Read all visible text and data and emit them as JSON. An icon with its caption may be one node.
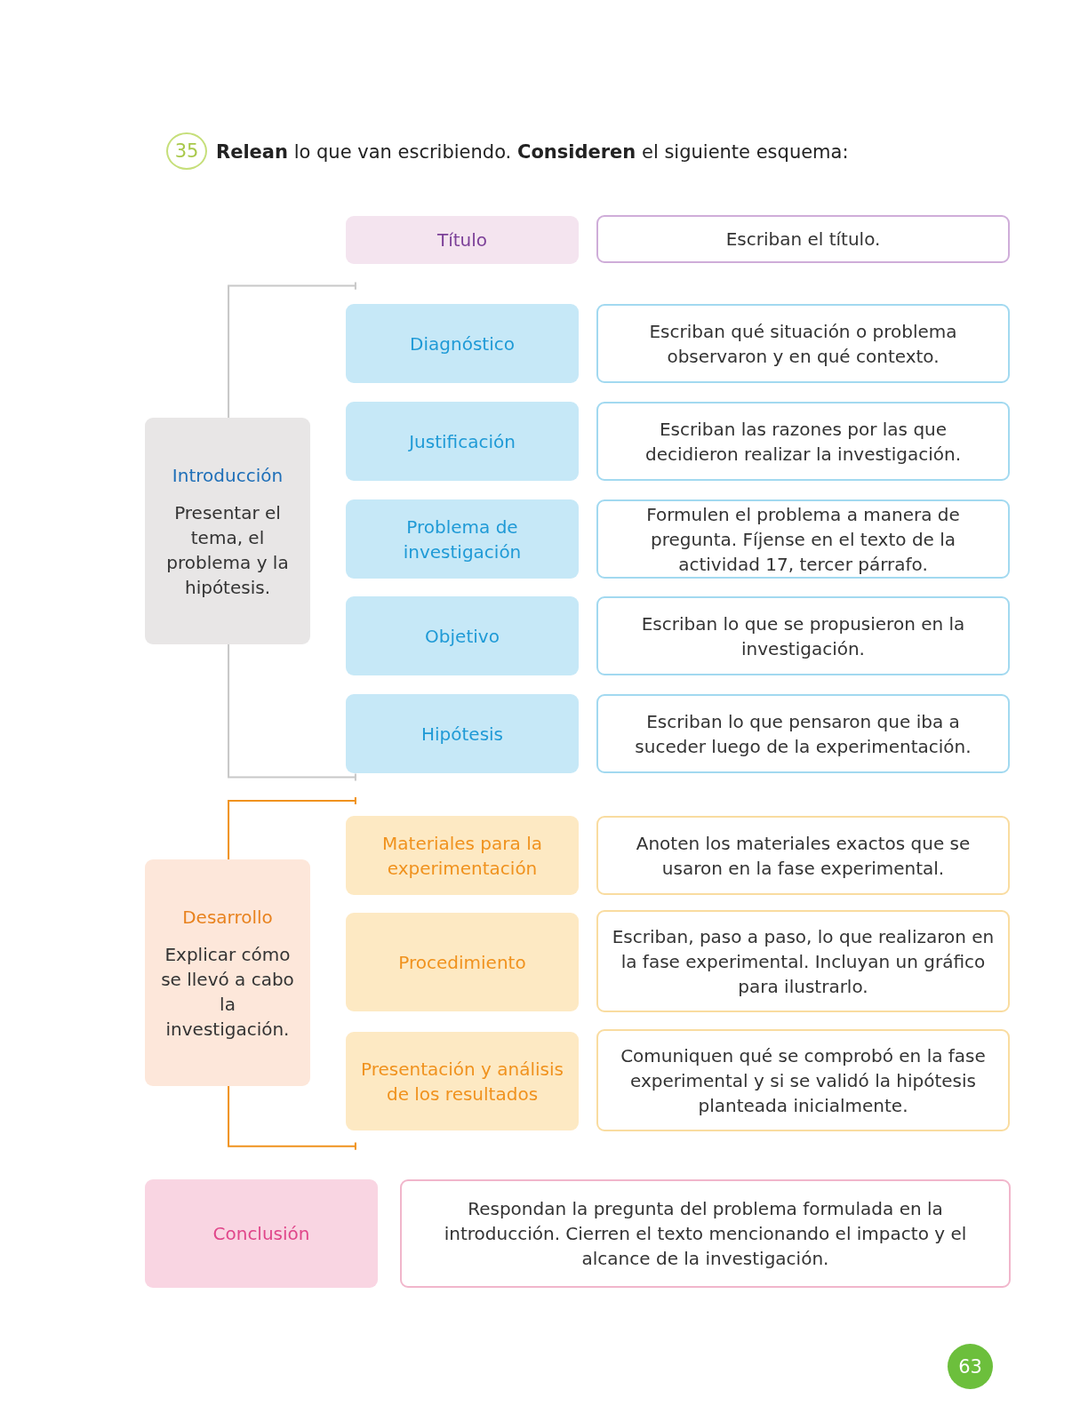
{
  "diagram": {
    "title": "**Relean** lo que van escribiendo. **Consideren** el siguiente esquema:",
    "nodes": [
      {
        "text": [
          "Título"
        ]
      },
      {
        "text": [
          "Escriban el título."
        ]
      },
      {
        "text": [
          "Introducción",
          "Presentar el tema, el problema y la hipótesis."
        ]
      },
      {
        "text": [
          "Diagnóstico"
        ]
      },
      {
        "text": [
          "Escriban qué situación o problema observaron y en qué contexto."
        ]
      },
      {
        "text": [
          "Justificación"
        ]
      },
      {
        "text": [
          "Escriban las razones por las que decidieron realizar la investigación."
        ]
      },
      {
        "text": [
          "Problema de investigación"
        ]
      },
      {
        "text": [
          "Formulen el problema a manera de pregunta. Fíjense en el texto de la actividad 17, tercer párrafo."
        ]
      },
      {
        "text": [
          "Objetivo"
        ]
      },
      {
        "text": [
          "Escriban lo que se propusieron en la investigación."
        ]
      },
      {
        "text": [
          "Hipótesis"
        ]
      },
      {
        "text": [
          "Escriban lo que pensaron que iba a suceder luego de la experimentación."
        ]
      },
      {
        "text": [
          "Desarrollo",
          "Explicar cómo se llevó a cabo la investigación."
        ]
      },
      {
        "text": [
          "Materiales para la experimentación"
        ]
      },
      {
        "text": [
          "Anoten los materiales exactos que se usaron en la fase experimental."
        ]
      },
      {
        "text": [
          "Procedimiento"
        ]
      },
      {
        "text": [
          "Escriban, paso a paso, lo que realizaron en la fase experimental. Incluyan un gráfico para ilustrarlo."
        ]
      },
      {
        "text": [
          "Presentación y análisis de los resultados"
        ]
      },
      {
        "text": [
          "Comuniquen qué se comprobó en la fase experimental y si se validó la hipótesis planteada inicialmente."
        ]
      },
      {
        "text": [
          "Conclusión"
        ]
      },
      {
        "text": [
          "Respondan la pregunta del problema formulada en la introducción. Cierren el texto mencionando el impacto y el alcance de la investigación."
        ]
      }
    ],
    "labels": [
      "35",
      "63"
    ]
  }
}
